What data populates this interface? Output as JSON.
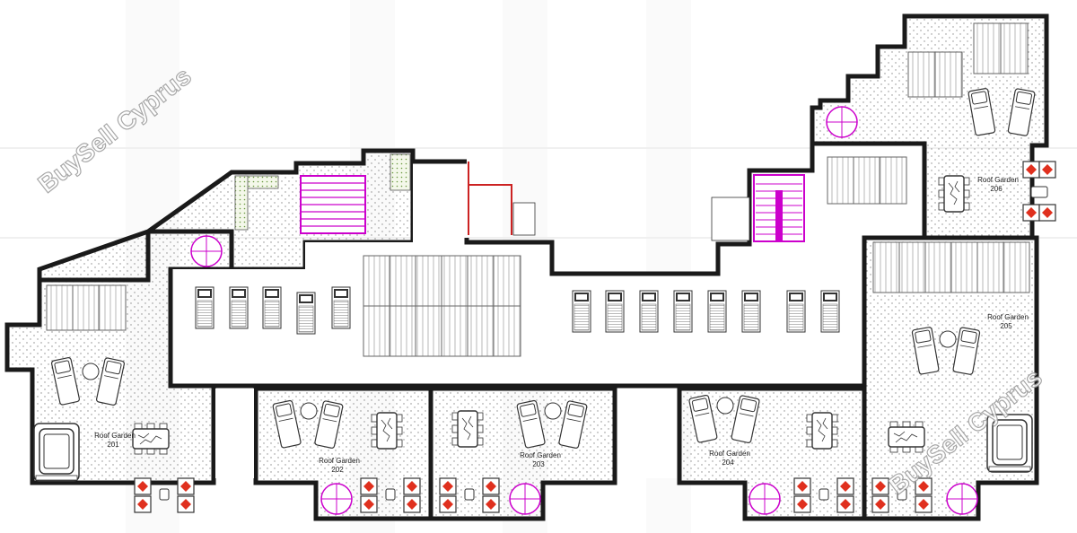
{
  "watermark": "BuySell Cyprus",
  "rooms": [
    {
      "name": "Roof Garden",
      "number": "201"
    },
    {
      "name": "Roof Garden",
      "number": "202"
    },
    {
      "name": "Roof Garden",
      "number": "203"
    },
    {
      "name": "Roof Garden",
      "number": "204"
    },
    {
      "name": "Roof Garden",
      "number": "205"
    },
    {
      "name": "Roof Garden",
      "number": "206"
    }
  ],
  "colors": {
    "wall": "#1a1a1a",
    "stair": "#cc00cc",
    "accent_wall": "#cc2222",
    "table_chair": "#e0301e",
    "dot": "#8a8a8a",
    "green_dot": "#6a9a40"
  }
}
